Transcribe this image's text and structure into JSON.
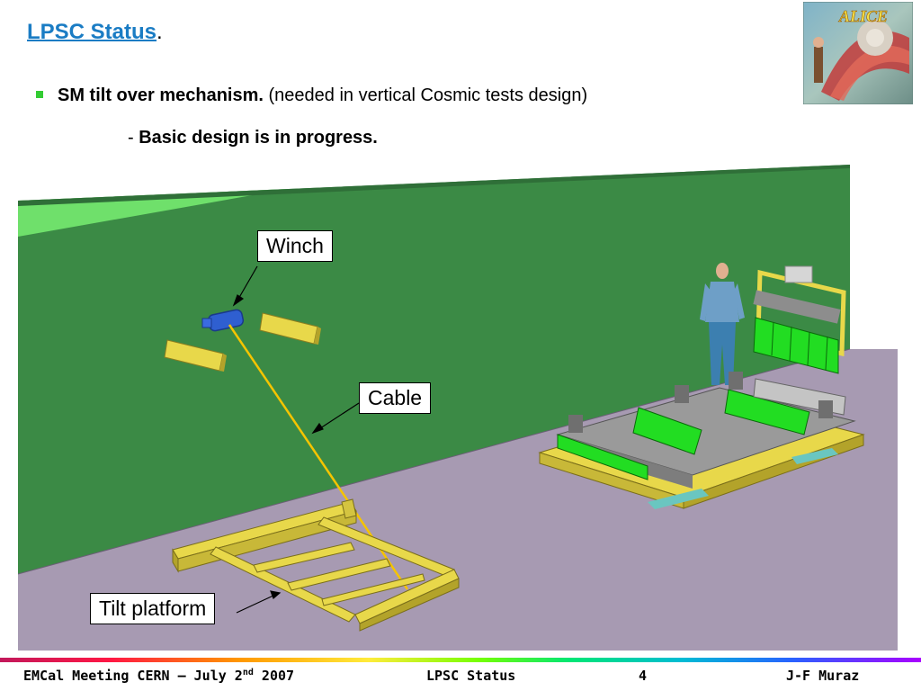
{
  "slide": {
    "title": "LPSC Status",
    "title_dot": ".",
    "bullet": {
      "bold": "SM tilt over mechanism.",
      "normal": " (needed in vertical Cosmic tests design)"
    },
    "sub": {
      "dash": "- ",
      "bold": "Basic design is in progress."
    },
    "logo_text": "ALICE"
  },
  "figure": {
    "callouts": {
      "winch": "Winch",
      "cable": "Cable",
      "tilt_platform": "Tilt platform"
    },
    "colors": {
      "wall": "#3b8a45",
      "wall_top": "#6fe06b",
      "floor": "#a79ab2",
      "yellow": "#e8d84a",
      "cable": "#f5c400",
      "module_green": "#22dd22"
    }
  },
  "footer": {
    "meeting_prefix": "EMCal Meeting CERN – July 2",
    "meeting_sup": "nd",
    "meeting_suffix": " 2007",
    "center": "LPSC Status",
    "page": "4",
    "author": "J-F Muraz"
  }
}
